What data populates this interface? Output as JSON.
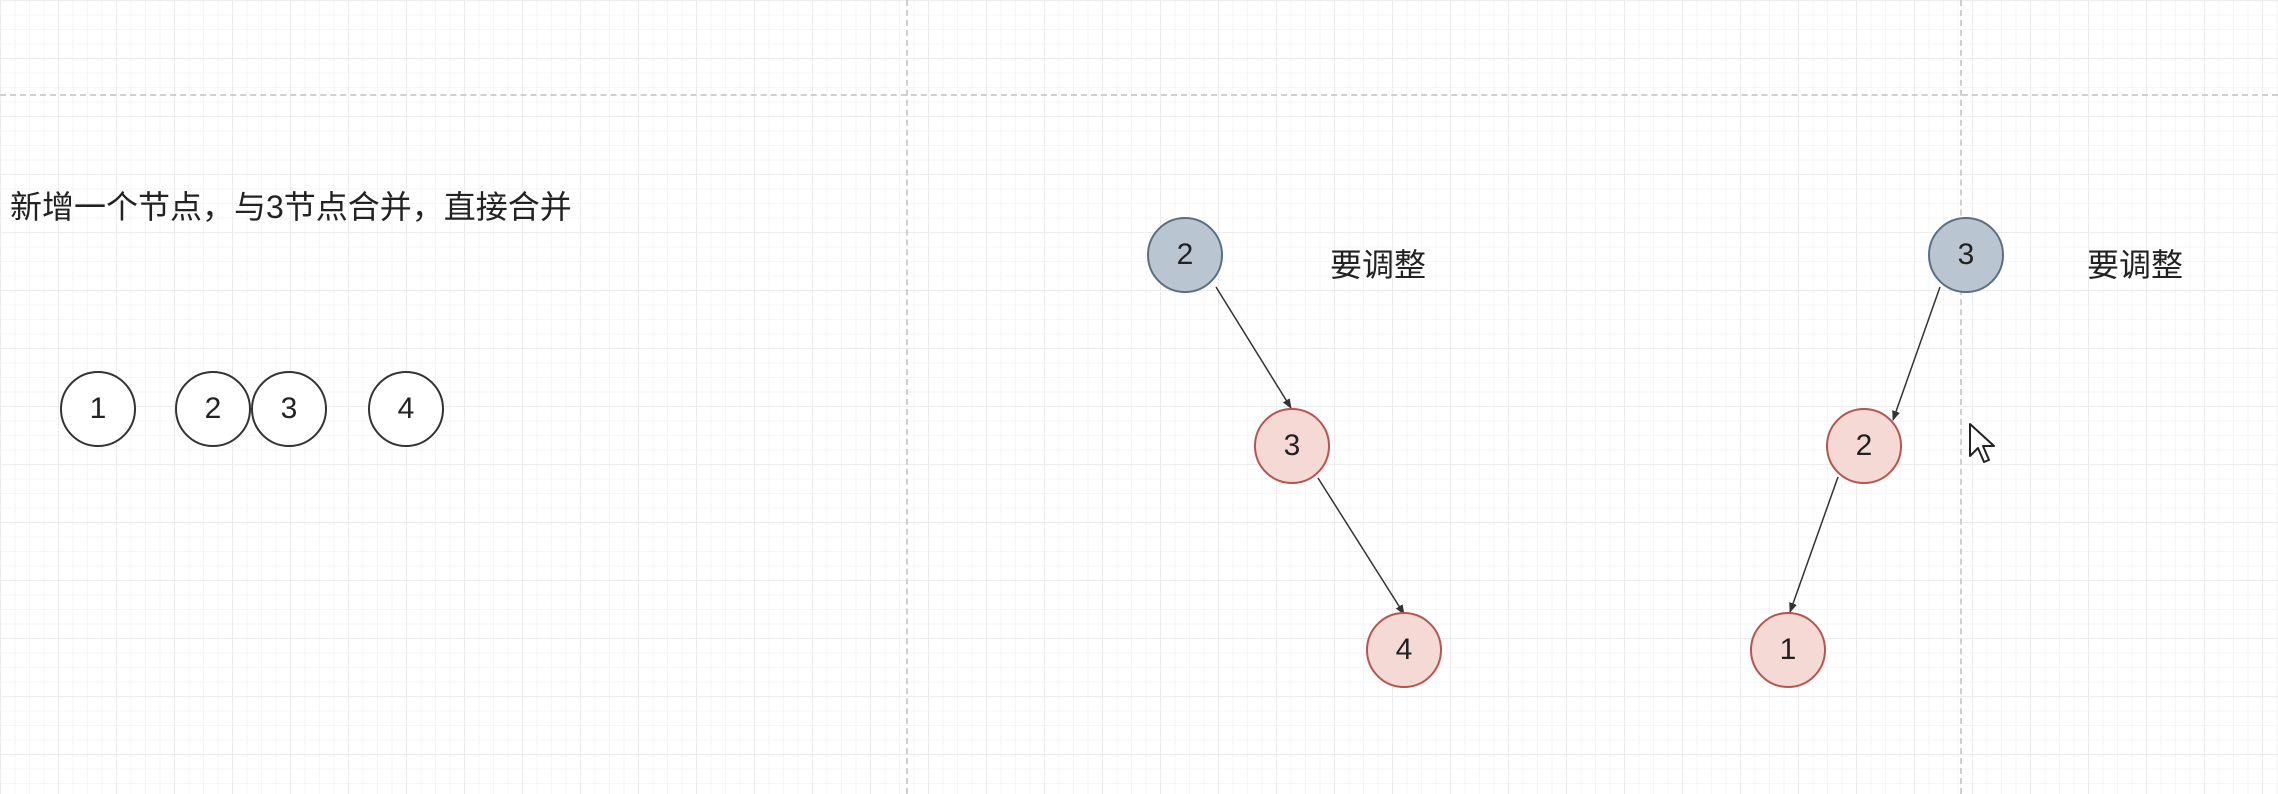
{
  "captions": {
    "left": "新增一个节点，与3节点合并，直接合并",
    "middle_note": "要调整",
    "right_note": "要调整"
  },
  "row_nodes": [
    "1",
    "2",
    "3",
    "4"
  ],
  "tree1": {
    "root": "2",
    "mid": "3",
    "leaf": "4"
  },
  "tree2": {
    "root": "3",
    "mid": "2",
    "leaf": "1"
  },
  "colors": {
    "root_fill": "#b9c6d2",
    "child_fill": "#f4d9d5",
    "child_stroke": "#b85450"
  }
}
